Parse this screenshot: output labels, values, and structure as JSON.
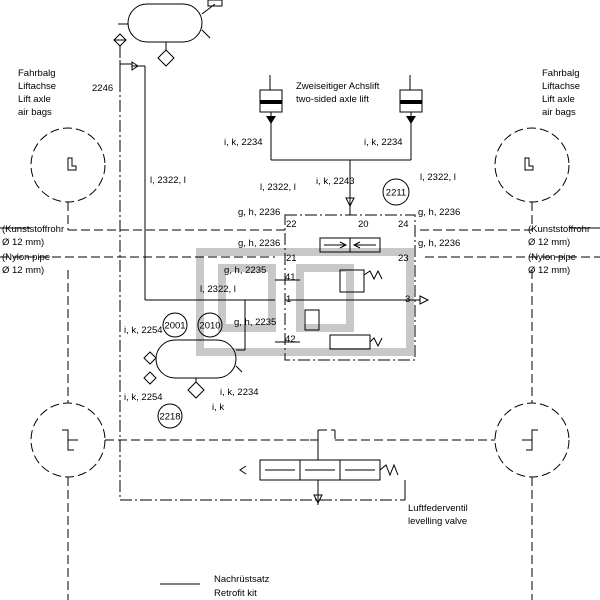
{
  "labels": {
    "fahrbalg_left": [
      "Fahrbalg",
      "Liftachse",
      "Lift axle",
      "air bags"
    ],
    "fahrbalg_right": [
      "Fahrbalg",
      "Liftachse",
      "Lift axle",
      "air bags"
    ],
    "achslift": [
      "Zweiseitiger Achslift",
      "two-sided axle lift"
    ],
    "pipe_left": [
      "(Kunststoffrohr",
      "Ø 12 mm)",
      "(Nylon pipe",
      "Ø 12 mm)"
    ],
    "pipe_right": [
      "(Kunststoffrohr",
      "Ø 12 mm)",
      "(Nylon pipe",
      "Ø 12 mm)"
    ],
    "valve": [
      "Luftfederventil",
      "levelling valve"
    ],
    "legend": [
      "Nachrüstsatz",
      "Retrofit kit"
    ],
    "codes": {
      "c2246": "2246",
      "ik2234_left": "i, k, 2234",
      "ik2234_right": "i, k, 2234",
      "l2322_vert": "l, 2322, l",
      "l2322_left": "l, 2322, l",
      "l2322_right": "l, 2322, l",
      "ik2243": "i, k, 2243",
      "gh2236_a": "g, h, 2236",
      "gh2236_b": "g, h, 2236",
      "gh2236_c": "g, h, 2236",
      "gh2236_d": "g, h, 2236",
      "gh2235_a": "g, h, 2235",
      "gh2235_b": "g, h, 2235",
      "l2322_mid": "l, 2322, l",
      "ik2254_a": "i, k, 2254",
      "ik2254_b": "i, k, 2254",
      "ik2234_tank": "i, k, 2234",
      "ik": "i, k"
    },
    "ports": {
      "p20": "20",
      "p22": "22",
      "p24": "24",
      "p21": "21",
      "p23": "23",
      "p41": "41",
      "p1": "1",
      "p3": "3",
      "p42": "42"
    },
    "circles": {
      "c2211": "2211",
      "c2001": "2001",
      "c2010": "2010",
      "c2218": "2218"
    }
  }
}
